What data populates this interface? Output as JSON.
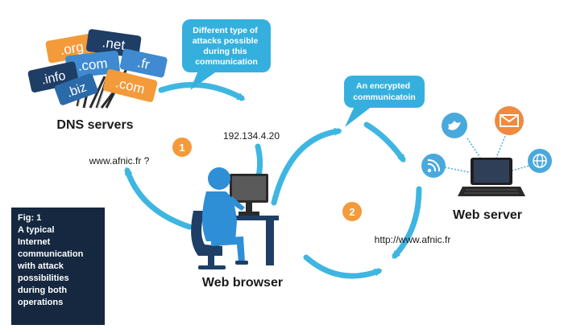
{
  "dns": {
    "title": "DNS servers",
    "signs": [
      ".org",
      ".net",
      ".com",
      ".fr",
      ".info",
      ".biz",
      ".com"
    ]
  },
  "callouts": {
    "attacks": [
      "Different type of",
      "attacks possible",
      "during this",
      "communication"
    ],
    "encrypted": [
      "An encrypted",
      "communicatoin"
    ]
  },
  "labels": {
    "ip": "192.134.4.20",
    "dns_query": "www.afnic.fr ?",
    "http_query": "http://www.afnic.fr",
    "browser": "Web browser",
    "server": "Web server"
  },
  "steps": {
    "one": "1",
    "two": "2"
  },
  "figure": {
    "lines": [
      "Fig: 1",
      "A typical",
      "Internet",
      "communication",
      "with attack",
      "possibilities",
      "during both",
      "operations"
    ]
  },
  "colors": {
    "arrow": "#3fb6e1",
    "bubble": "#35b0de",
    "step": "#f39a3a",
    "caption_bg": "#15283f",
    "text_dark": "#1a1a1a",
    "sign_blue": "#2b6aa8",
    "sign_orange": "#f39a3a",
    "social_blue": "#4aa9dc",
    "social_orange": "#f08a3e"
  },
  "icons": [
    "twitter-icon",
    "mail-icon",
    "rss-icon",
    "globe-icon",
    "laptop-icon",
    "computer-user-icon",
    "signpost-icon"
  ]
}
